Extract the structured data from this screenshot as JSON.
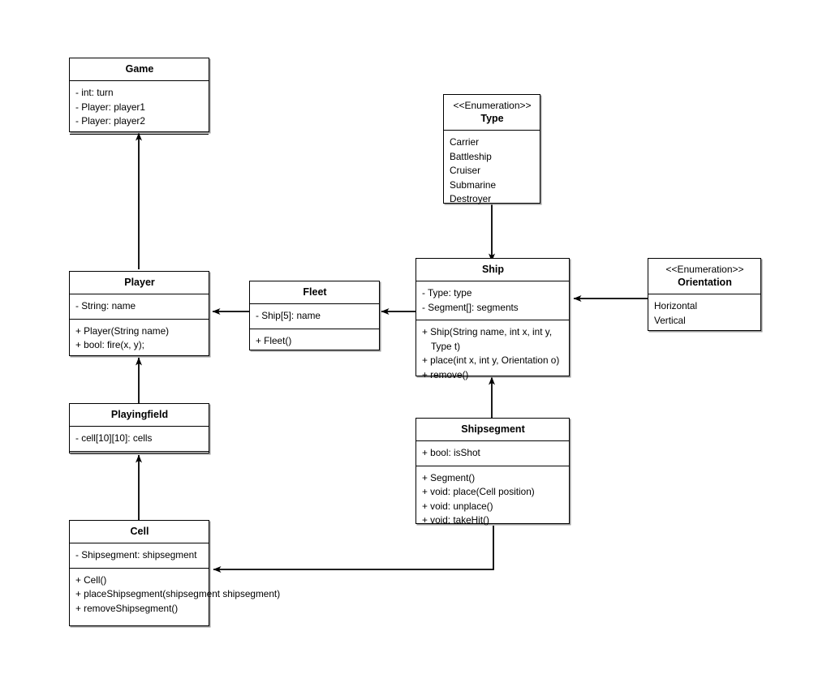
{
  "diagram": {
    "title": "Battleship UML Class Diagram",
    "type": "uml-class-diagram",
    "background": "#ffffff",
    "line_color": "#000000"
  },
  "classes": {
    "game": {
      "name": "Game",
      "attributes": [
        "- int: turn",
        "- Player: player1",
        "- Player: player2"
      ],
      "operations": []
    },
    "type_enum": {
      "stereotype": "<<Enumeration>>",
      "name": "Type",
      "literals": [
        "Carrier",
        "Battleship",
        "Cruiser",
        "Submarine",
        "Destroyer"
      ]
    },
    "player": {
      "name": "Player",
      "attributes": [
        "- String: name"
      ],
      "operations": [
        "+ Player(String name)",
        "+ bool: fire(x, y);"
      ]
    },
    "fleet": {
      "name": "Fleet",
      "attributes": [
        "- Ship[5]: name"
      ],
      "operations": [
        "+ Fleet()"
      ]
    },
    "ship": {
      "name": "Ship",
      "attributes": [
        "- Type: type",
        "- Segment[]: segments"
      ],
      "operations": [
        "+ Ship(String name, int x, int y, Type t)",
        "+ place(int x, int y, Orientation o)",
        "+ remove()"
      ]
    },
    "orientation_enum": {
      "stereotype": "<<Enumeration>>",
      "name": "Orientation",
      "literals": [
        "Horizontal",
        "Vertical"
      ]
    },
    "playingfield": {
      "name": "Playingfield",
      "attributes": [
        "- cell[10][10]: cells"
      ],
      "operations": []
    },
    "shipsegment": {
      "name": "Shipsegment",
      "attributes": [
        "+ bool: isShot"
      ],
      "operations": [
        "+ Segment()",
        "+ void: place(Cell position)",
        "+ void: unplace()",
        "+ void: takeHit()"
      ]
    },
    "cell": {
      "name": "Cell",
      "attributes": [
        "- Shipsegment: shipsegment"
      ],
      "operations": [
        "+ Cell()",
        "+ placeShipsegment(shipsegment shipsegment)",
        "+ removeShipsegment()"
      ]
    }
  },
  "relationships": [
    {
      "id": "player-to-game",
      "from": "Player",
      "to": "Game",
      "arrow": "open-filled",
      "direction": "up"
    },
    {
      "id": "type-to-ship",
      "from": "Type",
      "to": "Ship",
      "arrow": "open-filled",
      "direction": "down"
    },
    {
      "id": "fleet-to-player",
      "from": "Fleet",
      "to": "Player",
      "arrow": "open-filled",
      "direction": "left"
    },
    {
      "id": "ship-to-fleet",
      "from": "Ship",
      "to": "Fleet",
      "arrow": "open-filled",
      "direction": "left"
    },
    {
      "id": "orientation-to-ship",
      "from": "Orientation",
      "to": "Ship",
      "arrow": "open-filled",
      "direction": "left"
    },
    {
      "id": "playingfield-to-player",
      "from": "Playingfield",
      "to": "Player",
      "arrow": "open-filled",
      "direction": "up"
    },
    {
      "id": "cell-to-playingfield",
      "from": "Cell",
      "to": "Playingfield",
      "arrow": "open-filled",
      "direction": "up"
    },
    {
      "id": "shipsegment-to-ship",
      "from": "Shipsegment",
      "to": "Ship",
      "arrow": "open-filled",
      "direction": "up"
    },
    {
      "id": "shipsegment-to-cell",
      "from": "Shipsegment",
      "to": "Cell",
      "arrow": "open-filled",
      "direction": "left"
    }
  ]
}
